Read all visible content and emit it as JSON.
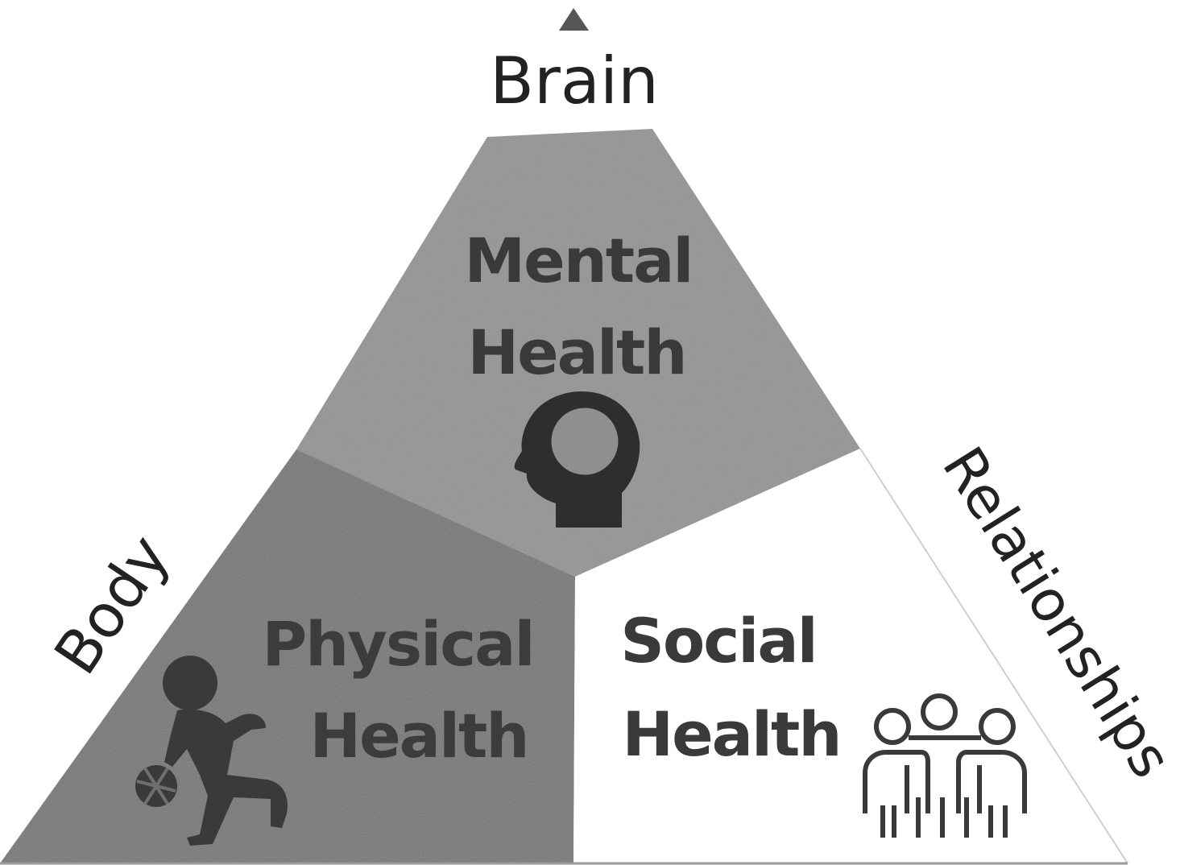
{
  "labels": {
    "top": "Brain",
    "left": "Body",
    "right": "Relationships"
  },
  "regions": {
    "mental": {
      "line1": "Mental",
      "line2": "Health",
      "icon": "head-silhouette-icon"
    },
    "physical": {
      "line1": "Physical",
      "line2": "Health",
      "icon": "basketball-player-icon"
    },
    "social": {
      "line1": "Social",
      "line2": "Health",
      "icon": "people-group-icon"
    }
  },
  "colors": {
    "mental_fill": "#8f8f8f",
    "physical_fill": "#6e6e6e",
    "social_fill": "#ffffff",
    "mental_text": "#3a3a3a",
    "physical_text": "#3c3c3c",
    "social_text": "#3a3a3a",
    "label_text": "#222222",
    "icon_dark": "#2e2e2e"
  }
}
